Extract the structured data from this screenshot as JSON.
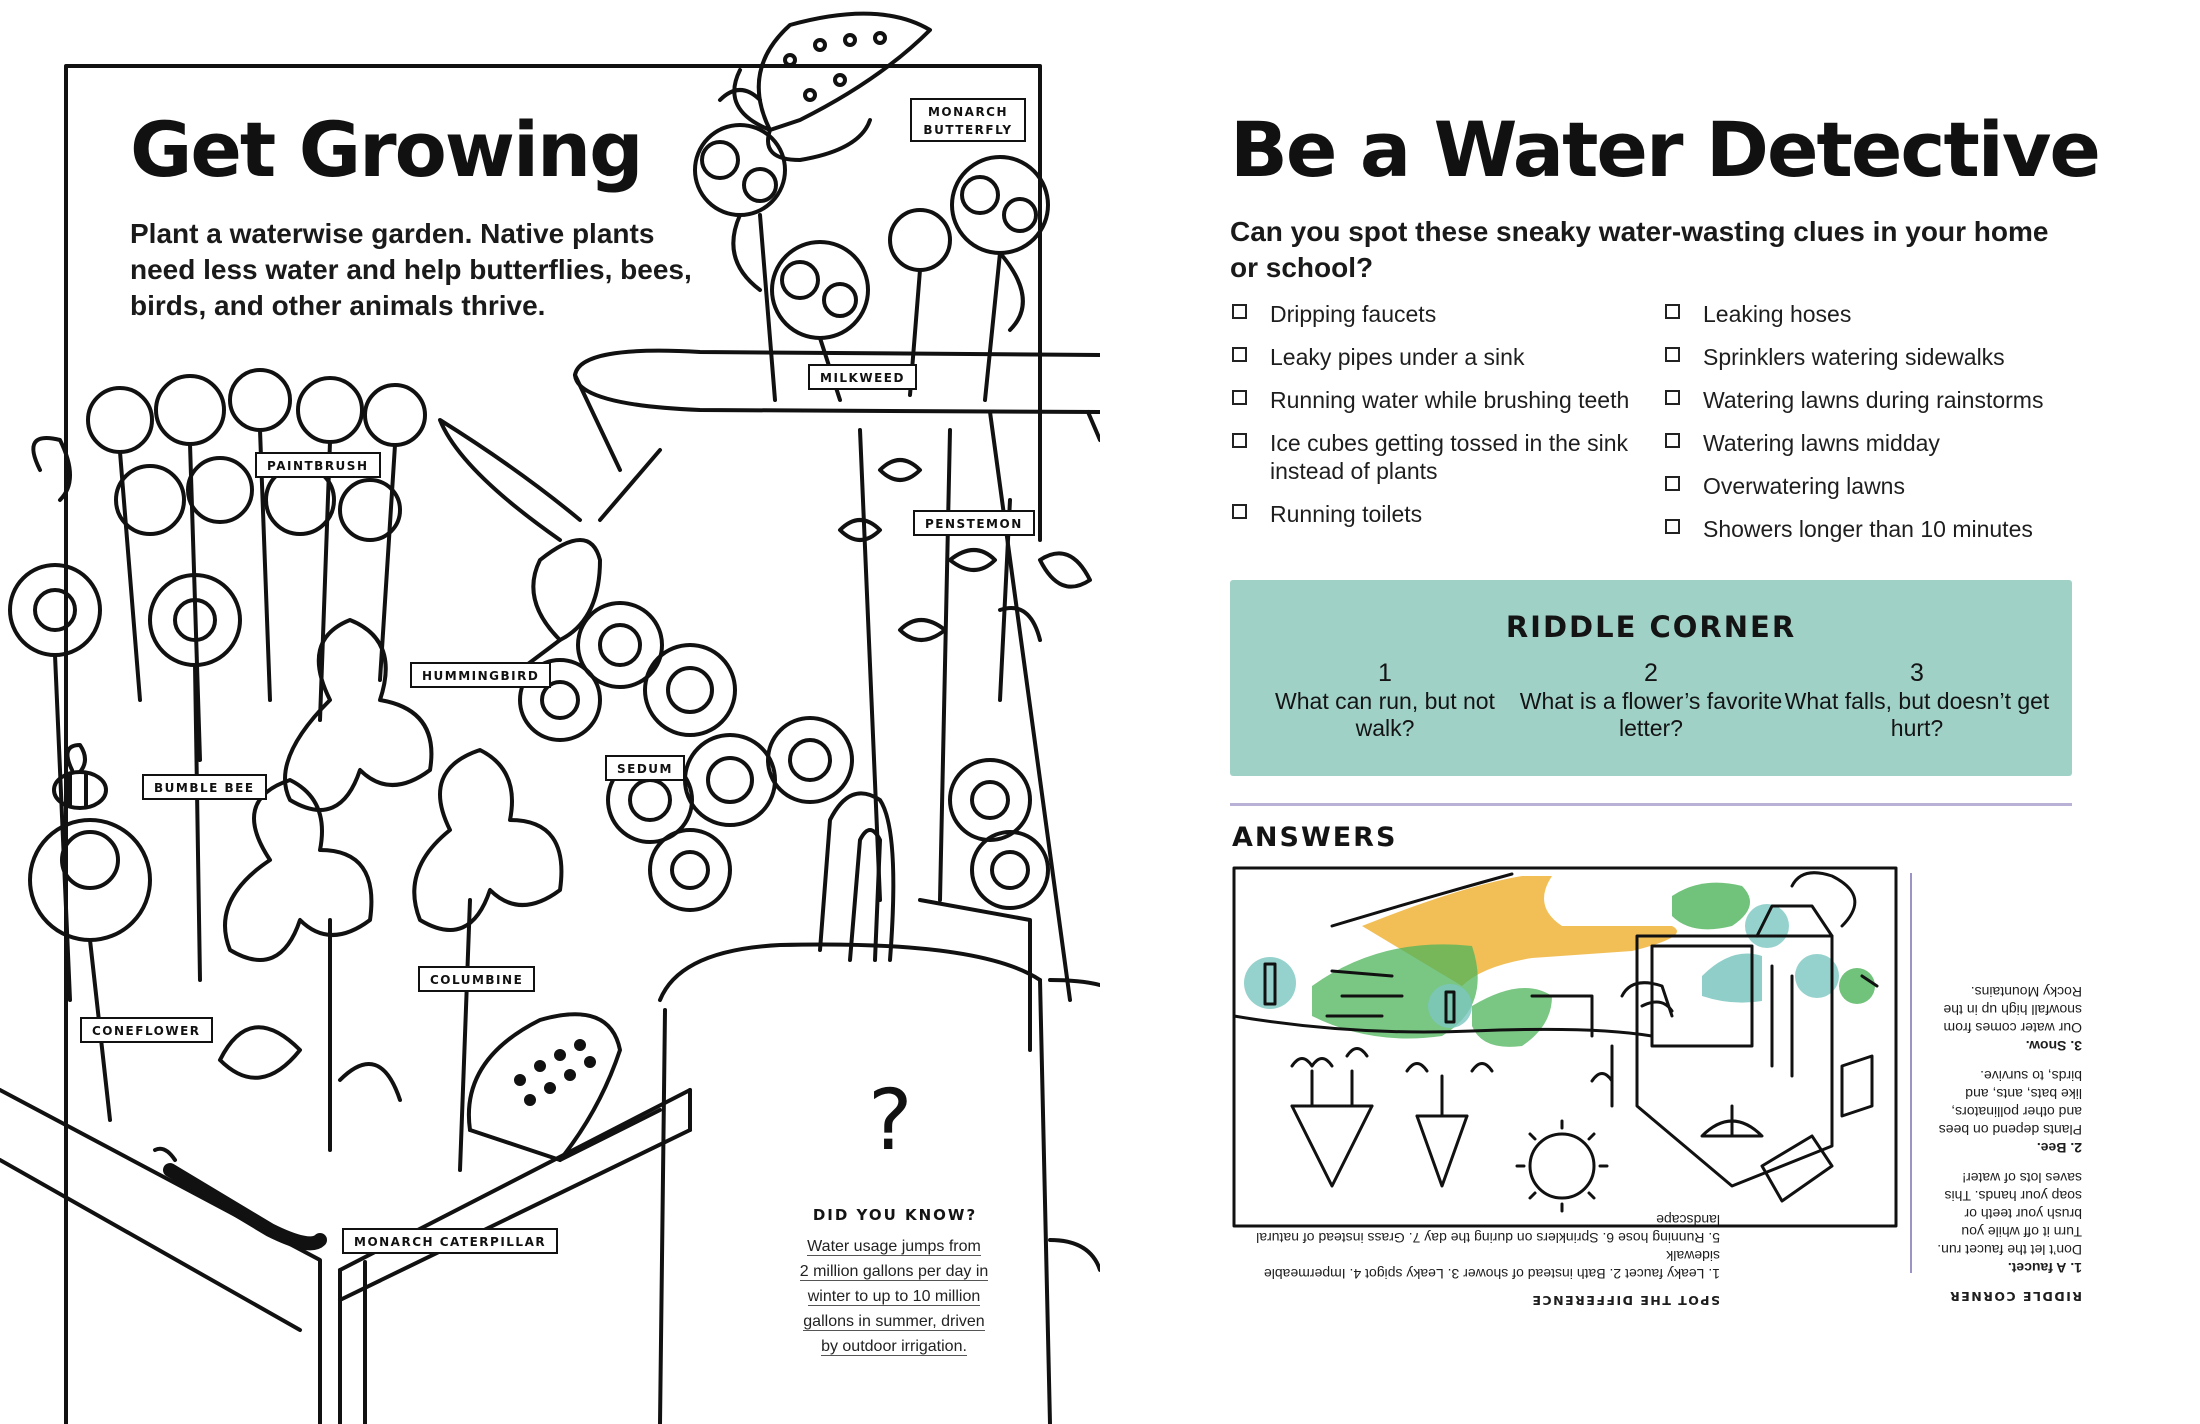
{
  "left_page": {
    "title": "Get Growing",
    "intro": "Plant a waterwise garden. Native plants need less water and help butterflies, bees, birds, and other animals thrive.",
    "labels": {
      "monarch_butterfly_1": "MONARCH",
      "monarch_butterfly_2": "BUTTERFLY",
      "milkweed": "MILKWEED",
      "paintbrush": "PAINTBRUSH",
      "penstemon": "PENSTEMON",
      "hummingbird": "HUMMINGBIRD",
      "bumble_bee": "BUMBLE BEE",
      "sedum": "SEDUM",
      "columbine": "COLUMBINE",
      "coneflower": "CONEFLOWER",
      "monarch_caterpillar": "MONARCH CATERPILLAR"
    },
    "did_you_know": {
      "mark": "?",
      "title": "DID YOU KNOW?",
      "lines": [
        "Water usage jumps from",
        "2 million gallons per day in",
        "winter to up to 10 million",
        "gallons in summer, driven",
        "by outdoor irrigation."
      ]
    }
  },
  "right_page": {
    "title": "Be a Water Detective",
    "question": "Can you spot these sneaky water-wasting clues in your home or school?",
    "clues_col1": [
      "Dripping faucets",
      "Leaky pipes under a sink",
      "Running water while brushing teeth",
      "Ice cubes getting tossed in the sink instead of plants",
      "Running toilets"
    ],
    "clues_col2": [
      "Leaking hoses",
      "Sprinklers watering sidewalks",
      "Watering lawns during rainstorms",
      "Watering lawns midday",
      "Overwatering lawns",
      "Showers longer than 10 minutes"
    ],
    "riddle_corner": {
      "title": "RIDDLE CORNER",
      "riddles": [
        {
          "num": "1",
          "text": "What can run, but not walk?"
        },
        {
          "num": "2",
          "text": "What is a flower’s favorite letter?"
        },
        {
          "num": "3",
          "text": "What falls, but doesn’t get hurt?"
        }
      ]
    },
    "answers": {
      "title": "ANSWERS",
      "spot_heading": "SPOT THE DIFFERENCE",
      "spot_line1": "1. Leaky faucet  2. Bath instead of shower  3. Leaky spigot  4. Impermeable sidewalk",
      "spot_line2": "5. Running hose  6. Sprinklers on during the day  7. Grass instead of natural landscape",
      "riddle_heading": "RIDDLE CORNER",
      "answer1": {
        "num": "1.",
        "word": "A faucet.",
        "text": "Don’t let the faucet run. Turn it off while you brush your teeth or soap your hands. This saves lots of water!"
      },
      "answer2": {
        "num": "2.",
        "word": "Bee.",
        "text": "Plants depend on bees and other pollinators, like bats, ants, and birds, to survive."
      },
      "answer3": {
        "num": "3.",
        "word": "Snow.",
        "text": "Our water comes from snowfall high up in the Rocky Mountains."
      }
    }
  },
  "colors": {
    "ink": "#111111",
    "riddle_teal": "#9fd1c7",
    "divider_lavender": "#b9b1d6",
    "answer_orange": "#f0b43a",
    "answer_green": "#4db35a",
    "answer_teal": "#7cc7c0"
  }
}
